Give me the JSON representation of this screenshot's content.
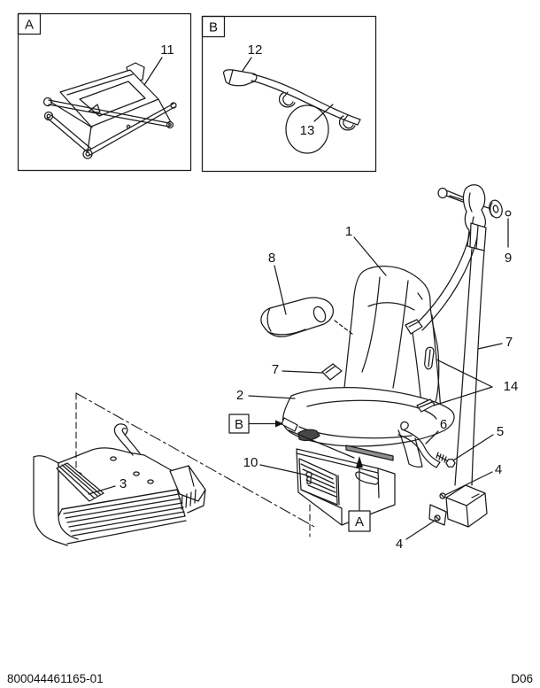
{
  "colors": {
    "line": "#1c1c1c",
    "highlight_green": "#2ca43f",
    "background": "#ffffff"
  },
  "insets": {
    "a": {
      "frame_label": "A",
      "callout_11": "11"
    },
    "b": {
      "frame_label": "B",
      "callout_12": "12",
      "callout_13": "13"
    }
  },
  "main": {
    "callout_1": "1",
    "callout_2": "2",
    "callout_3": "3",
    "callout_4_upper": "4",
    "callout_4_lower": "4",
    "callout_5": "5",
    "callout_6": "6",
    "callout_7_seat": "7",
    "callout_7_belt": "7",
    "callout_8": "8",
    "callout_9": "9",
    "callout_10": "10",
    "callout_14": "14",
    "detail_ref_a": "A",
    "detail_ref_b": "B"
  },
  "footer": {
    "document_number": "800044461165-01",
    "page_code": "D06"
  }
}
